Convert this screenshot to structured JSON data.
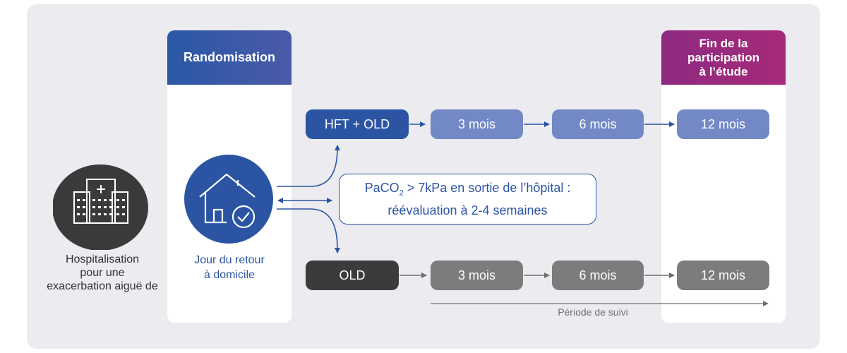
{
  "hospital": {
    "label_lines": [
      "Hospitalisation",
      "pour une",
      "exacerbation aiguë de"
    ]
  },
  "randomisation": {
    "title": "Randomisation",
    "caption_lines": [
      "Jour du retour",
      "à domicile"
    ]
  },
  "end": {
    "title_lines": [
      "Fin de la",
      "participation",
      "à l’étude"
    ]
  },
  "arm_hft": {
    "label": "HFT + OLD",
    "steps": [
      "3 mois",
      "6 mois",
      "12 mois"
    ]
  },
  "arm_old": {
    "label": "OLD",
    "steps": [
      "3 mois",
      "6 mois",
      "12 mois"
    ]
  },
  "note": {
    "line1_pre": "PaCO",
    "line1_sub": "2",
    "line1_post": " > 7kPa en sortie de l’hôpital :",
    "line2": "réévaluation à 2-4 semaines"
  },
  "followup_label": "Période de suivi",
  "colors": {
    "background": "#ebebf0",
    "hft_dark": "#2b55a3",
    "hft_light": "#7289c6",
    "old_dark": "#3b3b3b",
    "old_light": "#7c7c7c",
    "end_header": "#93297a",
    "randomisation_header": "#2f58a8",
    "icon_dark": "#3a3a3a"
  }
}
